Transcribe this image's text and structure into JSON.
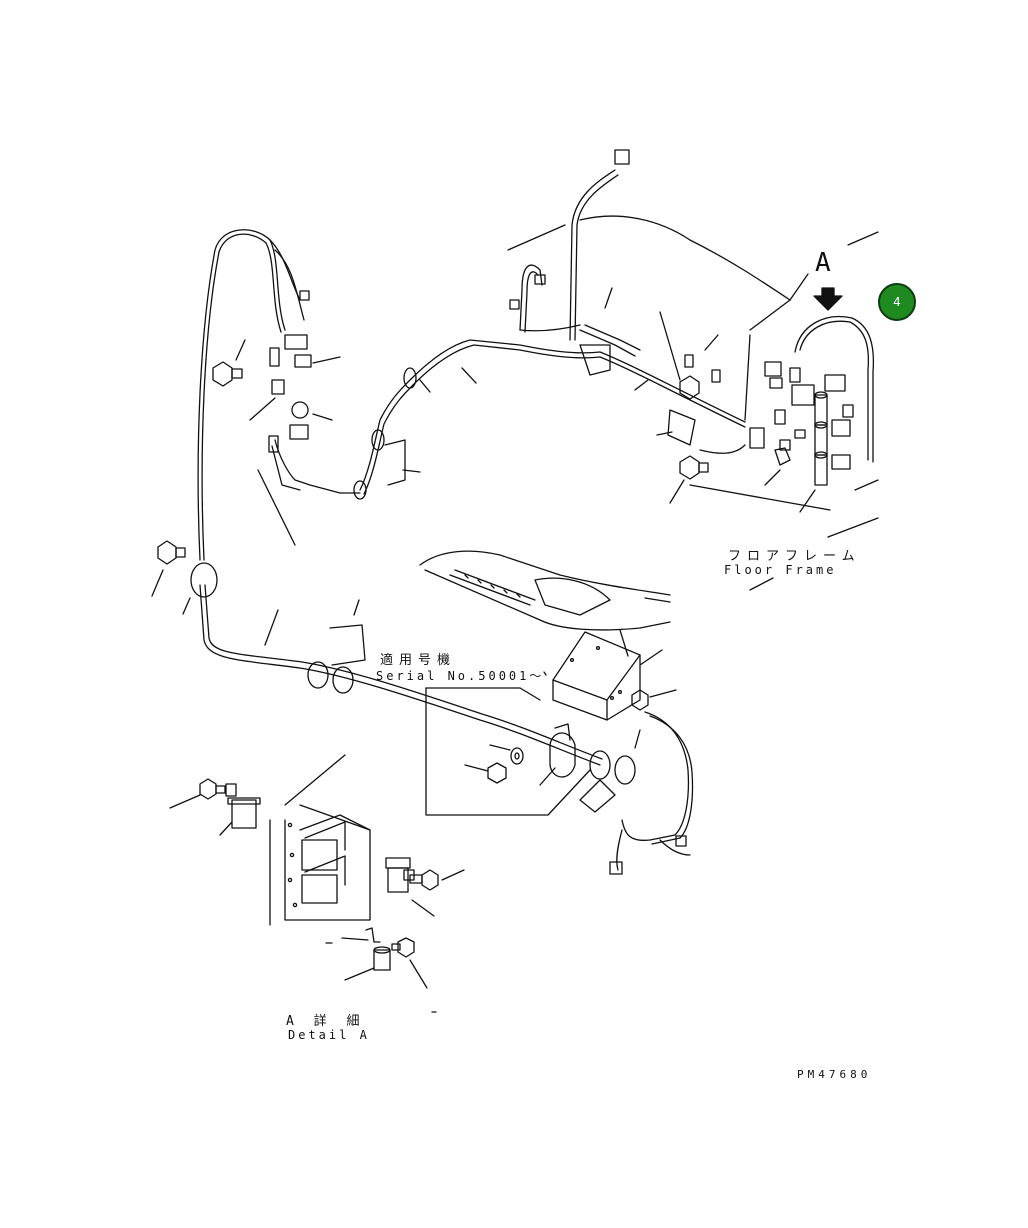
{
  "callout_badge": {
    "label": "4",
    "color": "#1f8a1f"
  },
  "labels": {
    "view_letter": "A",
    "floor_frame_jp": "フロアフレーム",
    "floor_frame_en": "Floor Frame",
    "serial_jp": "適用号機",
    "serial_en": "Serial No.50001～",
    "detail_jp": "A 詳 細",
    "detail_en": "Detail A",
    "drawing_no": "PM47680"
  },
  "colors": {
    "ink": "#111111",
    "paper": "#ffffff"
  }
}
